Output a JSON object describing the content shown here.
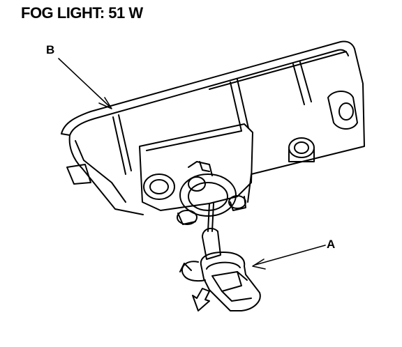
{
  "title": "FOG LIGHT:  51 W",
  "callouts": {
    "a": {
      "label": "A",
      "part": "bulb-socket"
    },
    "b": {
      "label": "B",
      "part": "fog-light-housing"
    }
  },
  "icons": [
    "rotation-arrow-icon",
    "removal-arrow-icon"
  ]
}
